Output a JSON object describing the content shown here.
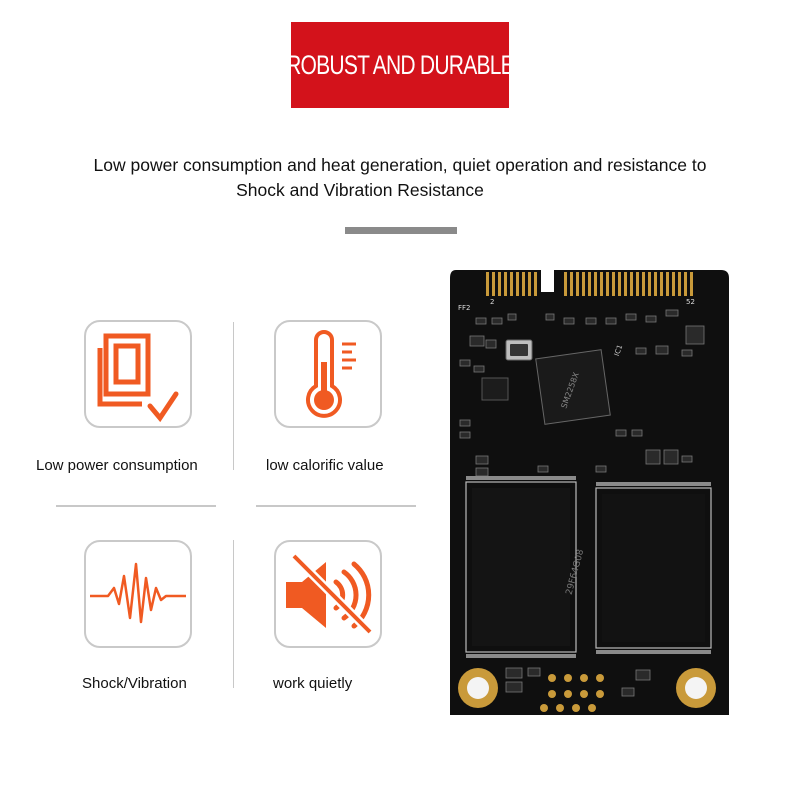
{
  "banner": {
    "title": "ROBUST AND DURABLE",
    "color": "#d3121b"
  },
  "tagline": {
    "line1": "Low power consumption and heat generation, quiet operation and resistance to",
    "line2": "Shock and Vibration Resistance"
  },
  "features": [
    {
      "label": "Low power consumption",
      "icon": "document-check-icon"
    },
    {
      "label": "low calorific value",
      "icon": "thermometer-icon"
    },
    {
      "label": "Shock/Vibration",
      "icon": "waveform-icon"
    },
    {
      "label": "work quietly",
      "icon": "speaker-mute-icon"
    }
  ],
  "accent_color": "#f05a22",
  "board": {
    "silkscreen_ff2": "FF2",
    "silkscreen_2": "2",
    "silkscreen_52": "52",
    "silkscreen_ic1": "IC1",
    "controller_marking": "SM2258X",
    "flash_marking": "29F64G08"
  }
}
